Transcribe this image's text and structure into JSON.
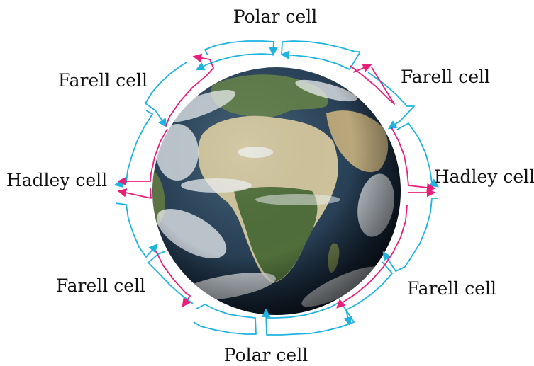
{
  "labels": {
    "top": "Polar cell",
    "upper_left": "Farell cell",
    "upper_right": "Farell cell",
    "middle_left": "Hadley cell",
    "middle_right": "Hadley cell",
    "lower_left": "Farell cell",
    "lower_right": "Farell cell",
    "bottom": "Polar cell"
  },
  "colors": {
    "circulation_arrow": "#1fb3e0",
    "surface_arrow": "#e8207a",
    "ocean_deep": "#14263d",
    "ocean": "#2d4a63",
    "land_desert": "#d8cfa9",
    "land_green": "#5b7a44",
    "cloud": "#f2f4f5"
  }
}
